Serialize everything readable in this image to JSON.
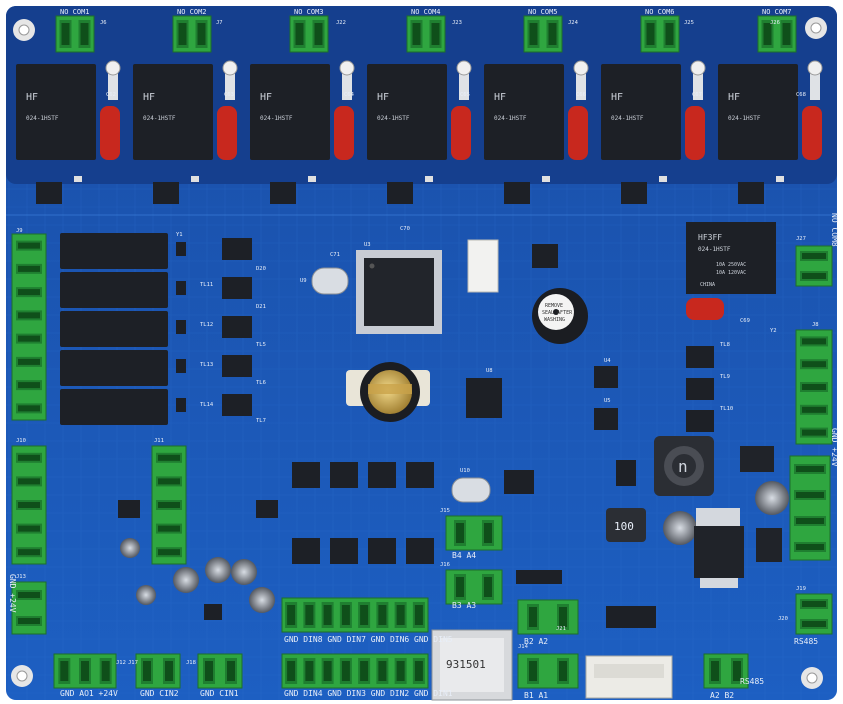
{
  "labels": {
    "relay_terminals": [
      "NO COM1",
      "NO COM2",
      "NO COM3",
      "NO COM4",
      "NO COM5",
      "NO COM6",
      "NO COM7"
    ],
    "relay_brand": "HF",
    "relay_model": "HF3FF",
    "relay_part": "024-1HSTF",
    "relay_rating_1": "10A 250VAC",
    "relay_rating_2": "10A 120VAC",
    "relay_origin": "CHINA",
    "buzzer_text_1": "REMOVE",
    "buzzer_text_2": "SEAL AFTER",
    "buzzer_text_3": "WASHING",
    "inductor_mark": "n",
    "smd_inductor_mark": "100",
    "sd_card_mark": "931501",
    "din_top_row": "GND DIN8 GND DIN7 GND DIN6 GND DIN5",
    "din_bottom_row": "GND DIN4 GND DIN3 GND DIN2 GND DIN1",
    "analog_label": "GND AO1 +24V",
    "cin2_label": "GND CIN2",
    "cin1_label": "GND CIN1",
    "b4a4_label": "B4 A4",
    "b3a3_label": "B3 A3",
    "b2a2_label": "B2 A2",
    "b1a1_label": "B1 A1",
    "rs485_a_label": "RS485",
    "rs485_b_label": "RS485",
    "a2b2_label": "A2 B2",
    "power_label": "GND +24V",
    "right_label_upper": "NO COM8",
    "small_left_label": "GND +24V",
    "designators": [
      "J6",
      "J7",
      "J22",
      "J23",
      "J24",
      "J25",
      "J26",
      "J27",
      "J8",
      "J9",
      "J10",
      "J11",
      "J12",
      "J13",
      "J14",
      "J15",
      "J16",
      "J17",
      "J18",
      "J19",
      "J20",
      "J21",
      "C62",
      "C63",
      "C64",
      "C65",
      "C66",
      "C67",
      "C68",
      "C69",
      "C70",
      "C71",
      "U3",
      "U4",
      "U5",
      "U8",
      "U9",
      "U10",
      "Y1",
      "Y2",
      "D20",
      "D21",
      "TL5",
      "TL6",
      "TL7",
      "TL8",
      "TL9",
      "TL10",
      "TL11",
      "TL12",
      "TL13",
      "TL14"
    ]
  },
  "colors": {
    "pcb_blue": "#1a5ab8",
    "pcb_dark": "#0f3c88",
    "terminal_green": "#2fa640",
    "relay_black": "#1d2026",
    "varistor_red": "#c8281e",
    "silkscreen": "#e8eef8",
    "gold": "#c9a24a"
  }
}
